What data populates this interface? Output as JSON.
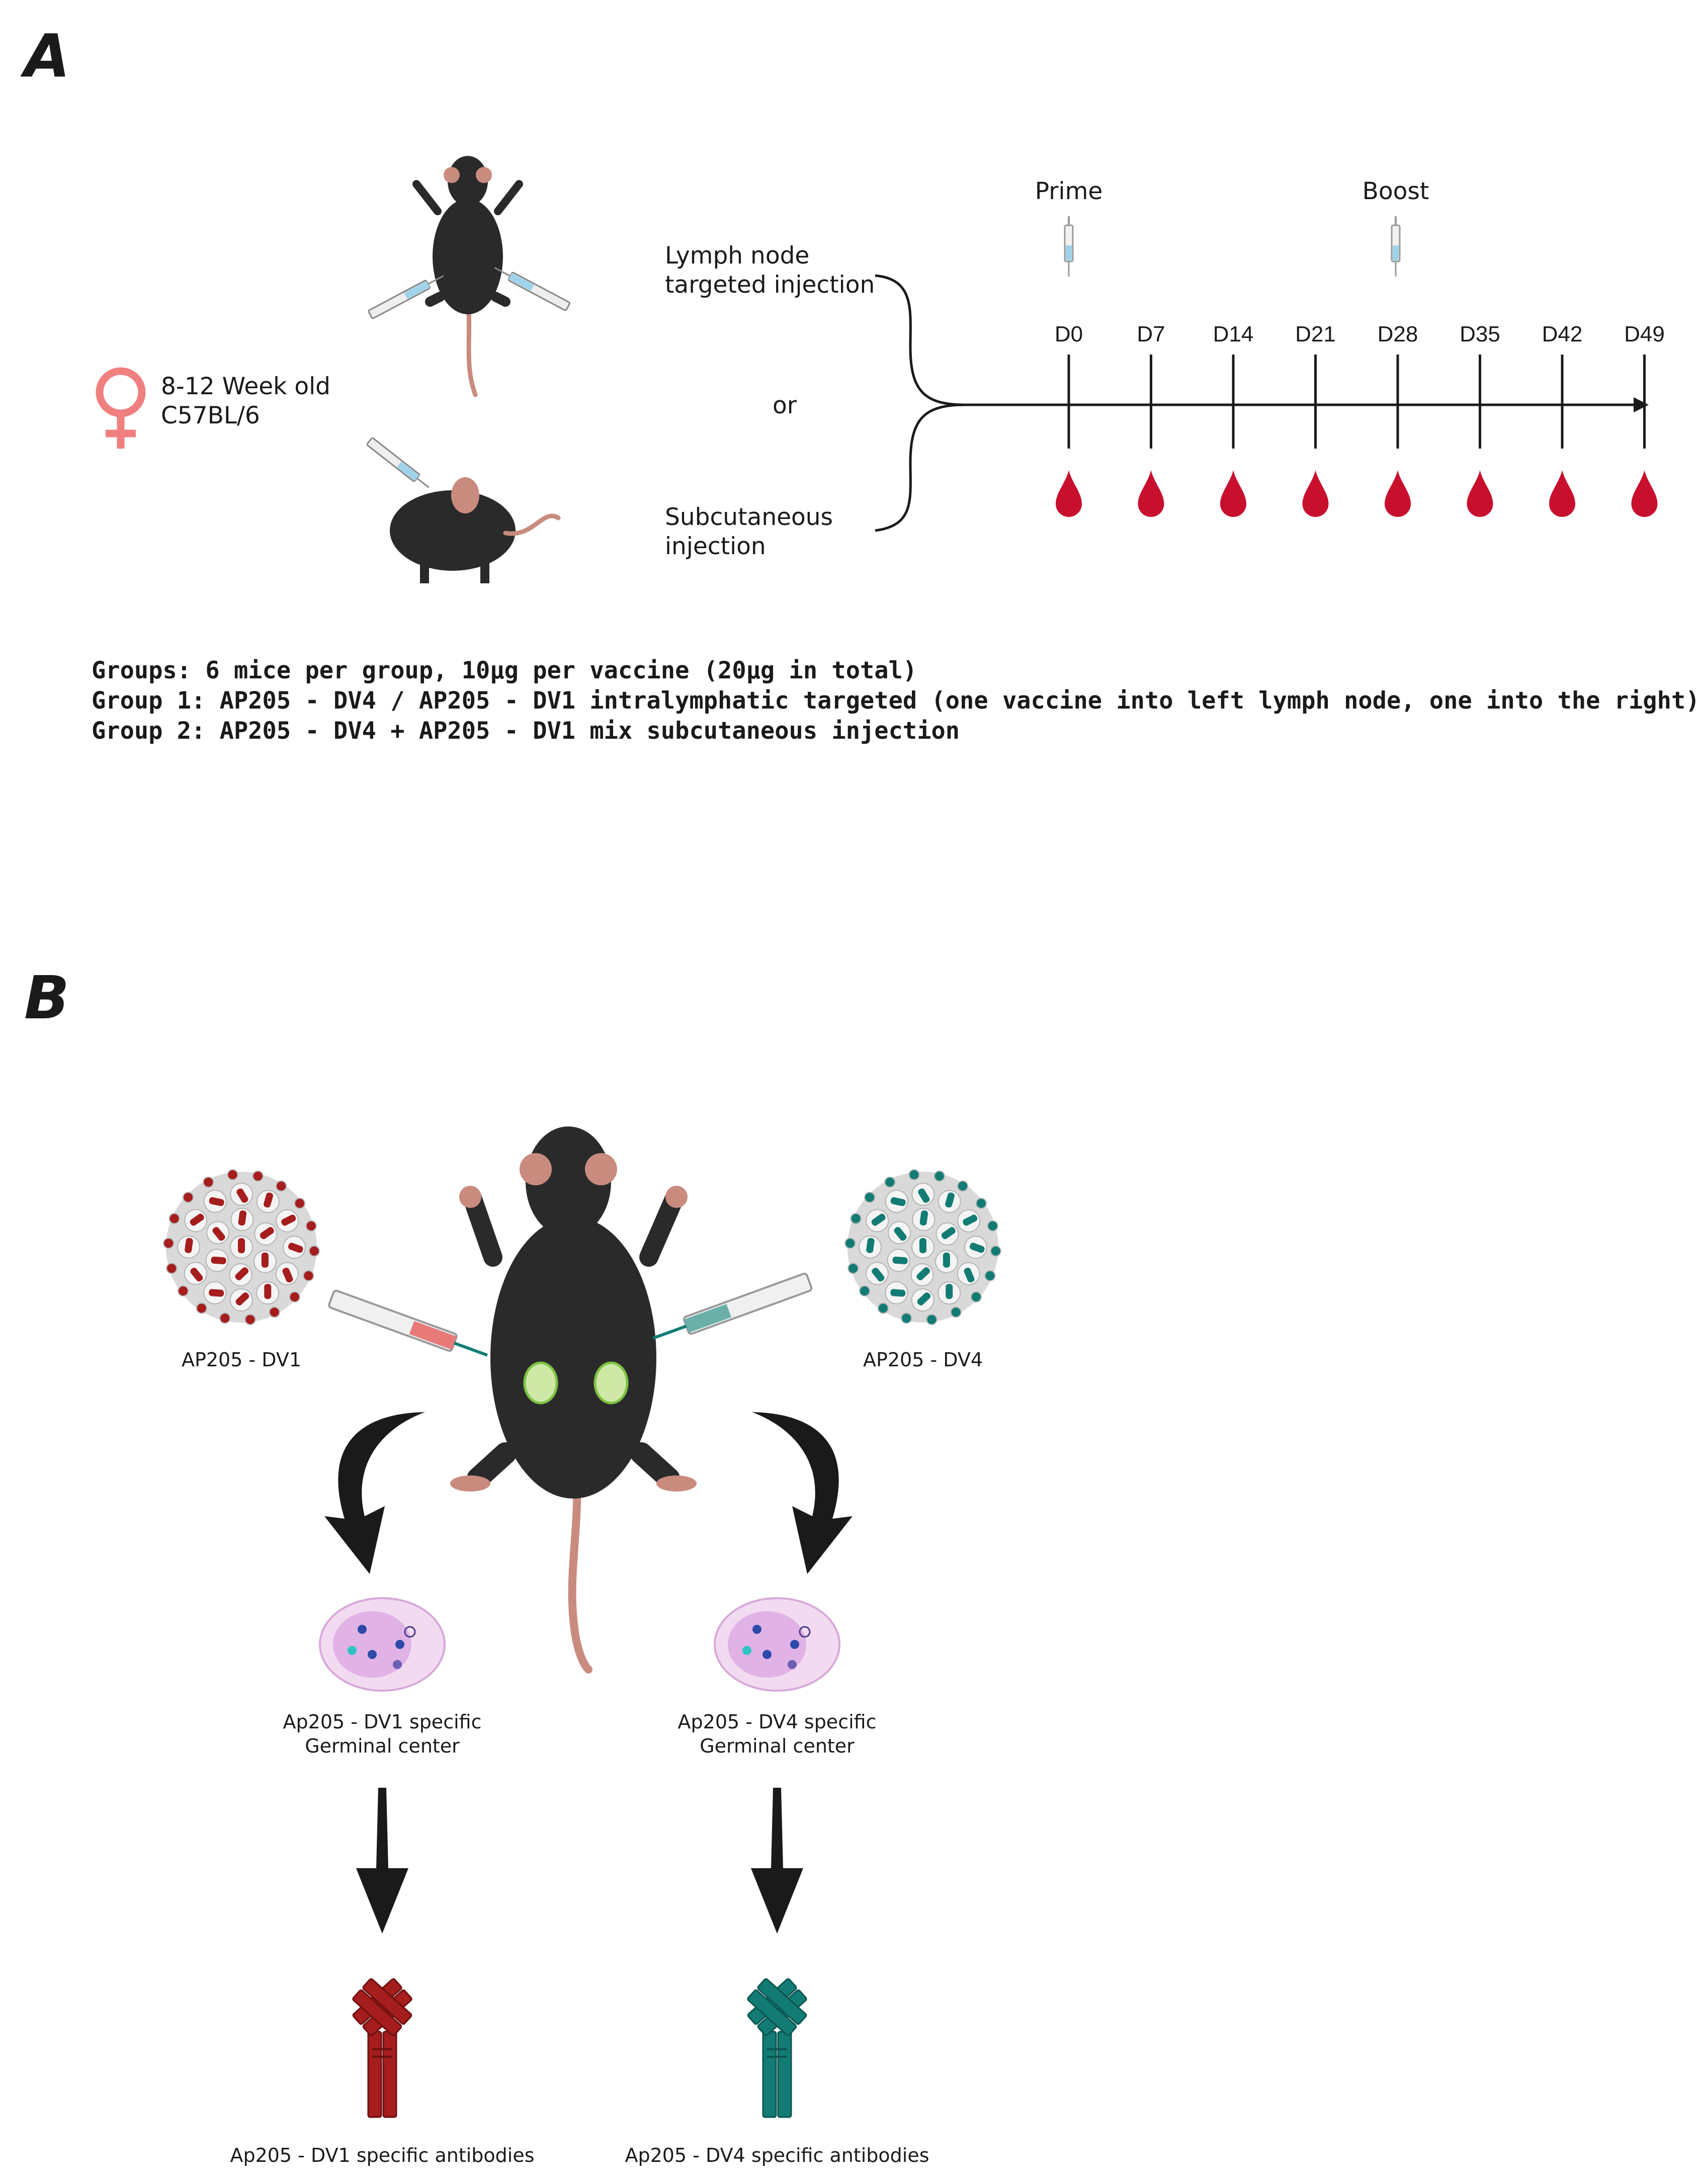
{
  "panel_a": {
    "letter": "A",
    "female_label": [
      "8-12 Week old",
      "C57BL/6"
    ],
    "route_top": [
      "Lymph node",
      "targeted injection"
    ],
    "route_or": "or",
    "route_bottom": [
      "Subcutaneous",
      "injection"
    ],
    "prime_label": "Prime",
    "boost_label": "Boost",
    "days": [
      "D0",
      "D7",
      "D14",
      "D21",
      "D28",
      "D35",
      "D42",
      "D49"
    ],
    "groups": [
      "Groups: 6 mice per group, 10µg per vaccine (20µg in total)",
      "Group 1: AP205 - DV4 / AP205 - DV1 intralymphatic targeted (one vaccine into left lymph node, one into the right)",
      "Group 2: AP205 - DV4 + AP205 - DV1 mix subcutaneous injection"
    ]
  },
  "panel_b": {
    "letter": "B",
    "vlp_left": "AP205 - DV1",
    "vlp_right": "AP205 - DV4",
    "gc_left": [
      "Ap205 - DV1 specific",
      "Germinal center"
    ],
    "gc_right": [
      "Ap205 - DV4 specific",
      "Germinal center"
    ],
    "ab_left": "Ap205 - DV1 specific antibodies",
    "ab_right": "Ap205 - DV4 specific antibodies"
  },
  "colors": {
    "dv1": "#a51d1d",
    "dv4": "#127c74",
    "blood": "#c8102e",
    "female_symbol": "#f08080",
    "mouse": "#2a2a2a",
    "mouse_skin": "#c98b7e",
    "lymph_node": "#cfe8a6",
    "germinal_center": "#e9c6ea"
  },
  "icons": [
    "female-symbol-icon",
    "syringe-icon",
    "blood-drop-icon",
    "mouse-icon",
    "vlp-particle-icon",
    "lymph-node-icon",
    "germinal-center-icon",
    "antibody-icon",
    "curved-arrow-icon",
    "down-arrow-icon"
  ]
}
